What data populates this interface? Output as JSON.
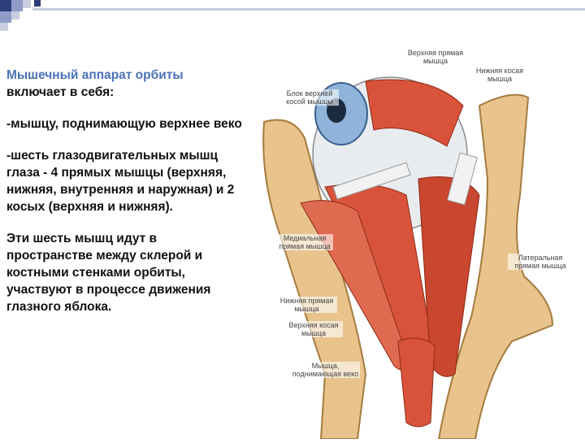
{
  "slide": {
    "heading_accent": "Мышечный аппарат орбиты",
    "heading_rest": " включает в себя:",
    "bullet_1": "-мышцу, поднимающую верхнее веко",
    "bullet_2": "-шесть глазодвигательных мышц глаза - 4 прямых мышцы (верхняя, нижняя, внутренняя и наружная) и 2 косых (верхняя и нижняя).",
    "paragraph": "Эти шесть мышц идут в пространстве между склерой и костными стенками орбиты, участвуют в процессе движения глазного яблока."
  },
  "figure": {
    "labels": {
      "superior_rectus": "Верхняя прямая мышца",
      "inferior_oblique": "Нижняя косая мышца",
      "trochlea": "Блок верхней косой мышцы",
      "medial_rectus": "Медиальная прямая мышца",
      "lateral_rectus": "Латеральная прямая мышца",
      "inferior_rectus": "Нижняя прямая мышца",
      "superior_oblique": "Верхняя косая мышца",
      "levator": "Мышца, поднимающая веко"
    }
  },
  "colors": {
    "accent": "#4a72b8",
    "decor_dark": "#2c3e7a",
    "decor_light": "#8f9cc8",
    "muscle": "#d9533a",
    "bone": "#e8c48c"
  }
}
